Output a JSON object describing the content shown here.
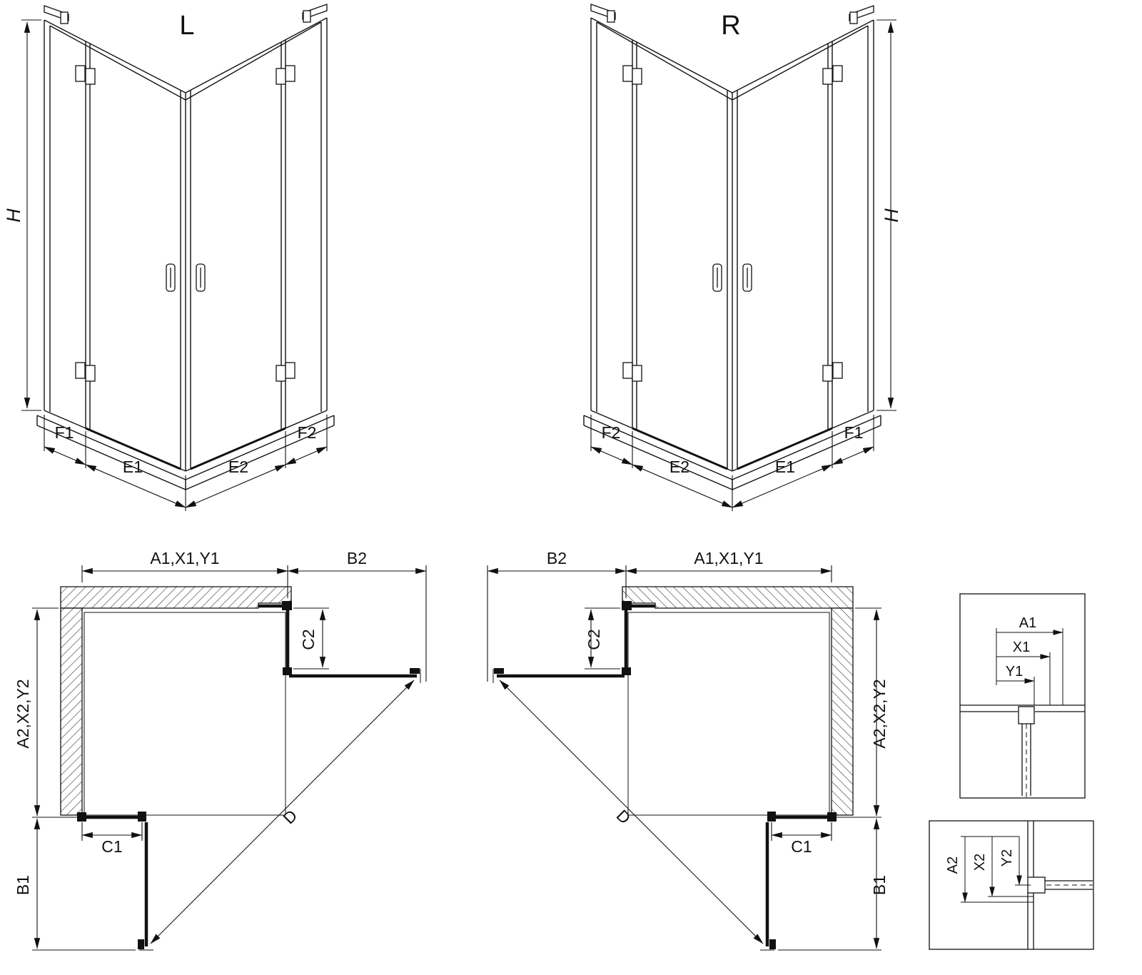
{
  "perspective_left": {
    "variant": "L",
    "dim_h": "H",
    "dim_f1": "F1",
    "dim_e1": "E1",
    "dim_e2": "E2",
    "dim_f2": "F2"
  },
  "perspective_right": {
    "variant": "R",
    "dim_h": "H",
    "dim_f1": "F1",
    "dim_e1": "E1",
    "dim_e2": "E2",
    "dim_f2": "F2"
  },
  "plan_left": {
    "dim_top": "A1,X1,Y1",
    "dim_b2": "B2",
    "dim_c2": "C2",
    "dim_side": "A2,X2,Y2",
    "dim_c1": "C1",
    "dim_b1": "B1",
    "dim_d": "D"
  },
  "plan_right": {
    "dim_top": "A1,X1,Y1",
    "dim_b2": "B2",
    "dim_c2": "C2",
    "dim_side": "A2,X2,Y2",
    "dim_c1": "C1",
    "dim_b1": "B1",
    "dim_d": "D"
  },
  "detail_a": {
    "dim_a1": "A1",
    "dim_x1": "X1",
    "dim_y1": "Y1"
  },
  "detail_b": {
    "dim_a2": "A2",
    "dim_x2": "X2",
    "dim_y2": "Y2"
  },
  "colors": {
    "line": "#111111",
    "background": "#ffffff"
  }
}
